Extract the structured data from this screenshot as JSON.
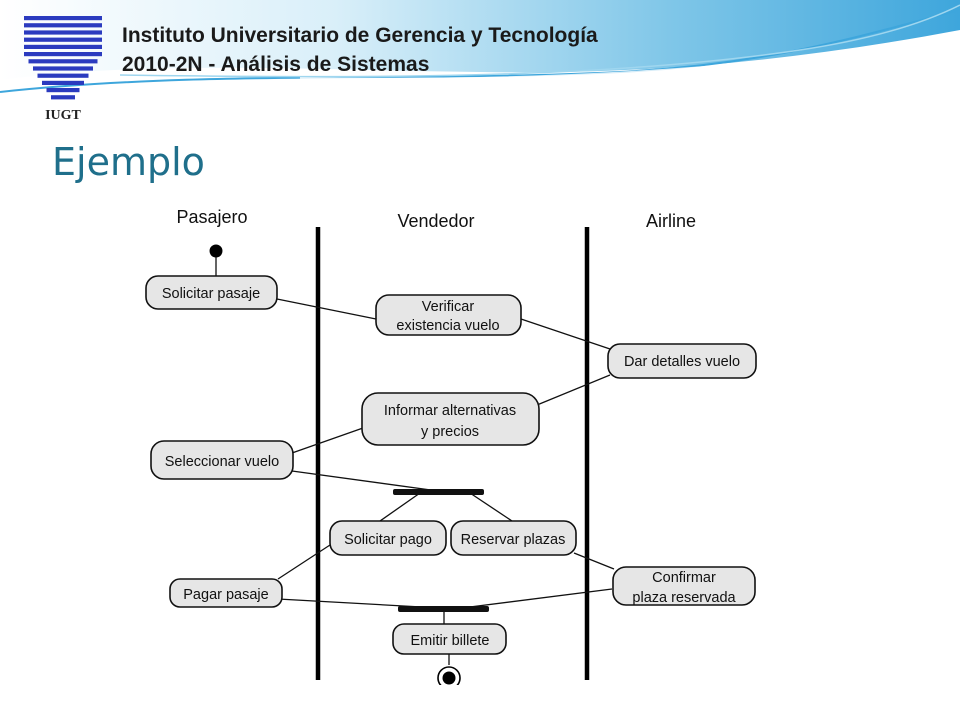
{
  "header": {
    "institution": "Instituto Universitario de Gerencia y Tecnología",
    "course": "2010-2N - Análisis de Sistemas",
    "logo_text": "IUGT",
    "logo_color": "#2b3bbf"
  },
  "slide": {
    "title": "Ejemplo"
  },
  "diagram": {
    "lanes": [
      "Pasajero",
      "Vendedor",
      "Airline"
    ],
    "activities": [
      {
        "id": "solicitar_pasaje",
        "lines": [
          "Solicitar pasaje"
        ]
      },
      {
        "id": "verificar_vuelo",
        "lines": [
          "Verificar",
          "existencia vuelo"
        ]
      },
      {
        "id": "dar_detalles",
        "lines": [
          "Dar detalles vuelo"
        ]
      },
      {
        "id": "informar_alternativas",
        "lines": [
          "Informar alternativas",
          "y precios"
        ]
      },
      {
        "id": "seleccionar_vuelo",
        "lines": [
          "Seleccionar vuelo"
        ]
      },
      {
        "id": "solicitar_pago",
        "lines": [
          "Solicitar pago"
        ]
      },
      {
        "id": "reservar_plazas",
        "lines": [
          "Reservar plazas"
        ]
      },
      {
        "id": "pagar_pasaje",
        "lines": [
          "Pagar pasaje"
        ]
      },
      {
        "id": "confirmar_plaza",
        "lines": [
          "Confirmar",
          "plaza reservada"
        ]
      },
      {
        "id": "emitir_billete",
        "lines": [
          "Emitir billete"
        ]
      }
    ]
  }
}
